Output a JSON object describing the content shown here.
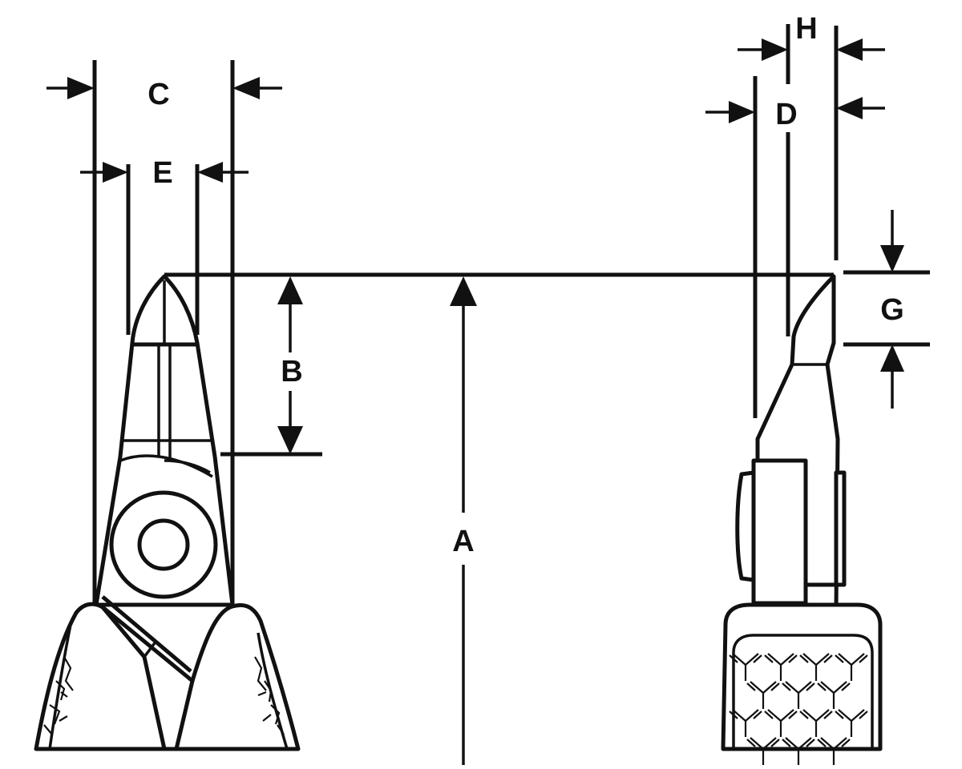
{
  "dimensions": {
    "A": "A",
    "B": "B",
    "C": "C",
    "D": "D",
    "E": "E",
    "G": "G",
    "H": "H"
  },
  "colors": {
    "ink": "#111111",
    "paper": "#ffffff"
  }
}
